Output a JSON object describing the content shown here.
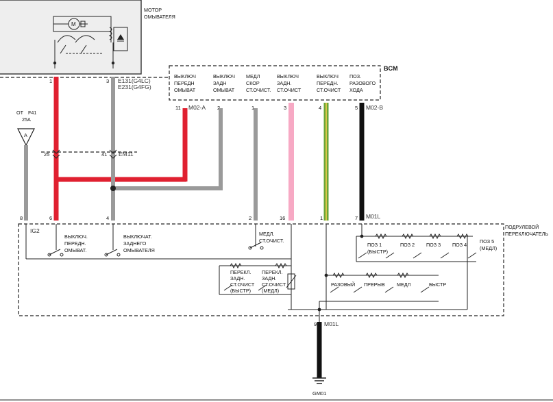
{
  "colors": {
    "red": "#e02030",
    "gray": "#9a9a9a",
    "pink": "#f7a9c4",
    "green": "#6aa537",
    "yellow_stripe": "#d8c64a",
    "black": "#111111"
  },
  "motor": {
    "title_line1": "МОТОР",
    "title_line2": "ОМЫВАТЕЛЯ",
    "pin_1": "1",
    "pin_3": "3",
    "conn_1": "E131(G4LC)",
    "conn_2": "E231(G4FG)"
  },
  "bcm": {
    "title": "BCM",
    "labels": [
      [
        "ВЫКЛЮЧ",
        "ПЕРЕДН",
        "ОМЫВАТ"
      ],
      [
        "ВЫКЛЮЧ",
        "ЗАДН",
        "ОМЫВАТ"
      ],
      [
        "МЕДЛ",
        "СКОР",
        "СТ.ОЧИСТ."
      ],
      [
        "ВЫКЛЮЧ",
        "ЗАДН.",
        "СТ.ОЧИСТ"
      ],
      [
        "ВЫКЛЮЧ",
        "ПЕРЕДН.",
        "СТ.ОЧИСТ"
      ],
      [
        "ПОЗ.",
        "РАЗОВОГО",
        "ХОДА"
      ]
    ],
    "pins": [
      "11",
      "2",
      "1",
      "3",
      "4",
      "5"
    ],
    "conn_left": "M02-A",
    "conn_right": "M02-B"
  },
  "fuse": {
    "from": "ОТ",
    "name": "F41",
    "rating": "25A",
    "letter": "A"
  },
  "splice": {
    "pin_25": "25",
    "pin_41": "41",
    "conn": "EM11"
  },
  "switch_panel": {
    "title_line1": "ПОДРУЛЕВОЙ",
    "title_line2": "ПЕРЕКЛЮЧАТЕЛЬ",
    "conn_top": "M01L",
    "pins_top": [
      "8",
      "6",
      "4",
      "2",
      "16",
      "1",
      "7"
    ],
    "ig2": "IG2",
    "sw_front_washer": [
      "ВЫКЛЮЧ.",
      "ПЕРЕДН.",
      "ОМЫВАТ."
    ],
    "sw_rear_washer": [
      "ВЫКЛЮЧАТ.",
      "ЗАДНЕГО",
      "ОМЫВАТЕЛЯ"
    ],
    "sw_slow": [
      "МЕДЛ.",
      "СТ.ОЧИСТ."
    ],
    "sw_rear_fast": [
      "ПЕРЕКЛ.",
      "ЗАДН.",
      "СТ.ОЧИСТ",
      "(БЫСТР)"
    ],
    "sw_rear_slow": [
      "ПЕРЕКЛ.",
      "ЗАДН.",
      "СТ.ОЧИСТ",
      "(МЕДЛ)"
    ],
    "modes": [
      "РАЗОВЫЙ",
      "ПРЕРЫВ",
      "МЕДЛ",
      "БЫСТР"
    ],
    "positions": [
      "ПОЗ 1",
      "(БЫСТР)",
      "ПОЗ 2",
      "ПОЗ 3",
      "ПОЗ 4",
      "ПОЗ 5",
      "(МЕДЛ)"
    ],
    "pin_bottom": "9",
    "conn_bottom": "M01L"
  },
  "ground": {
    "name": "GM01"
  }
}
